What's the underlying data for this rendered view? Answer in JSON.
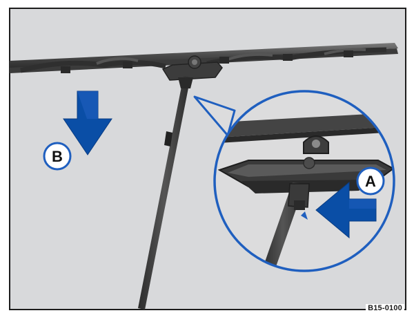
{
  "figure": {
    "reference_code": "B15-0100",
    "callouts": {
      "a": "A",
      "b": "B"
    },
    "colors": {
      "background": "#d8d9db",
      "frame": "#1c1c1c",
      "arrow_fill": "#0a4ea6",
      "accent_blue": "#1f5fbf",
      "circle_stroke": "#1f5fbf",
      "circle_fill": "#dcdcdd",
      "part_dark": "#3a3a3a",
      "part_mid": "#5a5a5a",
      "part_light": "#8a8a8a"
    }
  }
}
